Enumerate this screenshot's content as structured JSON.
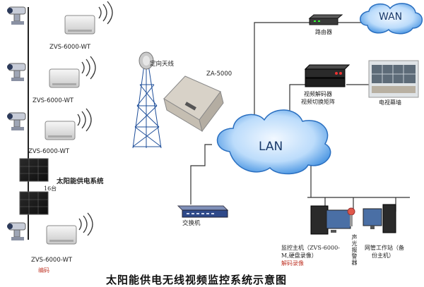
{
  "transmitters": [
    {
      "label": "ZVS-6000-WT"
    },
    {
      "label": "ZVS-6000-WT"
    },
    {
      "label": "ZVS-6000-WT"
    },
    {
      "label": "ZVS-6000-WT"
    }
  ],
  "solar": {
    "label": "太阳能供电系统",
    "unit_label": "16台"
  },
  "footnote": "编码",
  "antenna": {
    "label": "定向天线"
  },
  "base_station": {
    "label": "ZA-5000"
  },
  "switch": {
    "label": "交换机"
  },
  "lan": {
    "label": "LAN"
  },
  "wan": {
    "label": "WAN"
  },
  "router": {
    "label": "路由器"
  },
  "decoder": {
    "label_line1": "视频解码器",
    "label_line2": "视频切换矩阵"
  },
  "tv_wall": {
    "label": "电视幕墙"
  },
  "monitor_host": {
    "label_line1": "监控主机（ZVS-6000-",
    "label_line2": "M,硬盘录像）",
    "label_line3": "解码录像"
  },
  "alarm": {
    "label": "声光报警器"
  },
  "workstation": {
    "label_line1": "网管工作站（备",
    "label_line2": "份主机）"
  },
  "title": "太阳能供电无线视频监控系统示意图",
  "colors": {
    "cloud": "#3f8fe0",
    "cloud_light": "#cfe6ff",
    "line": "#333333",
    "red": "#c0392b",
    "device": "#e8e8e8"
  }
}
